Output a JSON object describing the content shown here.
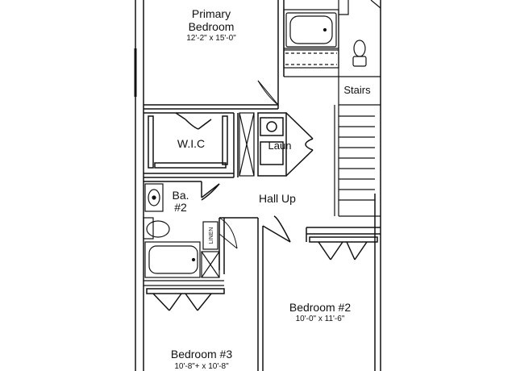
{
  "floor_plan": {
    "rooms": {
      "primary_bedroom": {
        "name_line1": "Primary",
        "name_line2": "Bedroom",
        "dimensions": "12'-2\" x 15'-0\""
      },
      "stairs": {
        "name": "Stairs"
      },
      "wic": {
        "name": "W.I.C"
      },
      "laundry": {
        "name": "Laun"
      },
      "bath_2": {
        "name_line1": "Ba.",
        "name_line2": "#2"
      },
      "hall": {
        "name": "Hall Up"
      },
      "linen": {
        "name": "LINEN"
      },
      "bedroom_2": {
        "name": "Bedroom #2",
        "dimensions": "10'-0\" x 11'-6\""
      },
      "bedroom_3": {
        "name": "Bedroom #3",
        "dimensions": "10'-8\"+ x 10'-8\""
      }
    },
    "colors": {
      "line": "#111111",
      "background": "#ffffff"
    }
  }
}
